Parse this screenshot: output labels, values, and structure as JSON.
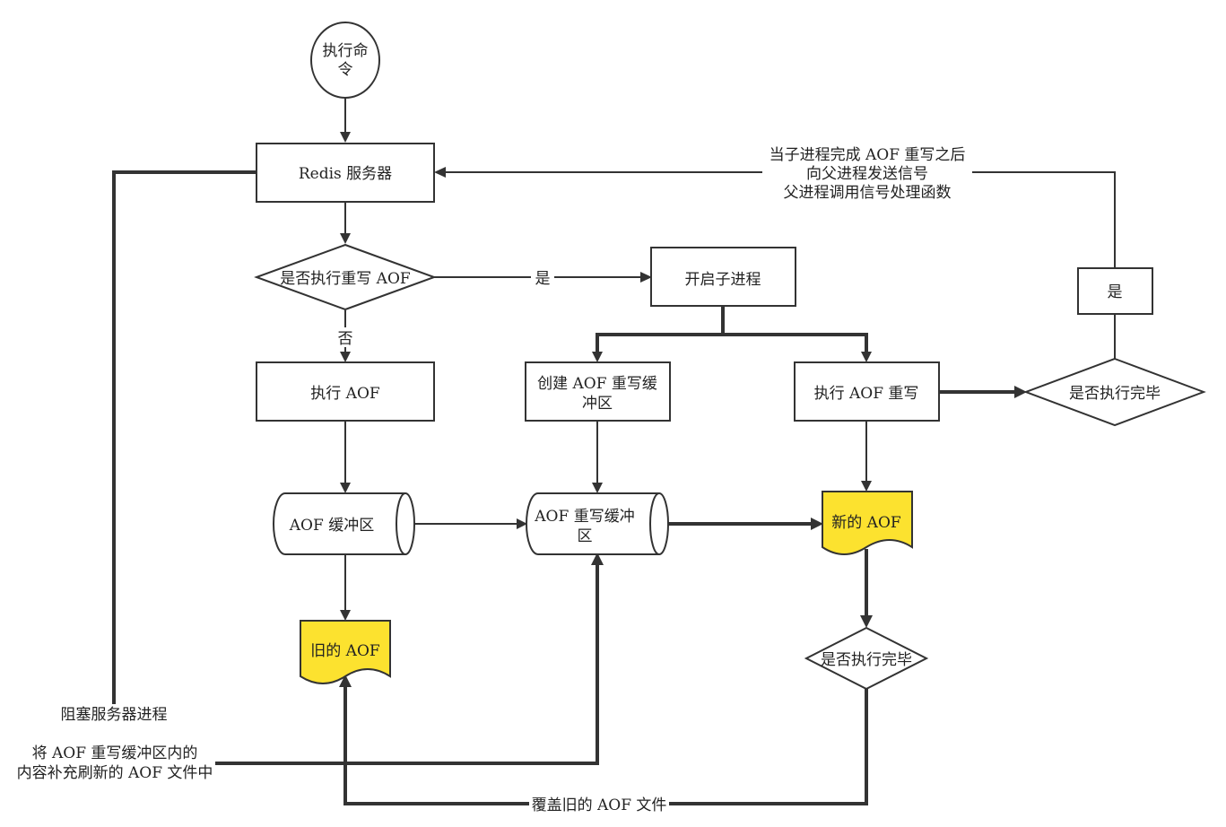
{
  "nodes": {
    "start": [
      "执行命",
      "令"
    ],
    "redis_server": [
      "Redis 服务器"
    ],
    "decision_rewrite": [
      "是否执行重写 AOF"
    ],
    "start_child": [
      "开启子进程"
    ],
    "do_aof": [
      "执行 AOF"
    ],
    "create_rewrite_buffer": [
      "创建 AOF 重写缓",
      "冲区"
    ],
    "do_rewrite": [
      "执行 AOF 重写"
    ],
    "yes_box": [
      "是"
    ],
    "decision_done_right": [
      "是否执行完毕"
    ],
    "aof_buffer": [
      "AOF 缓冲区"
    ],
    "rewrite_buffer": [
      "AOF 重写缓冲",
      "区"
    ],
    "new_aof": [
      "新的 AOF"
    ],
    "old_aof": [
      "旧的 AOF"
    ],
    "decision_done_mid": [
      "是否执行完毕"
    ]
  },
  "edge_labels": {
    "yes": [
      "是"
    ],
    "no": [
      "否"
    ],
    "signal": [
      "当子进程完成 AOF 重写之后",
      "向父进程发送信号",
      "父进程调用信号处理函数"
    ],
    "block": [
      "阻塞服务器进程"
    ],
    "append": [
      "将 AOF 重写缓冲区内的",
      "内容补充刷新的 AOF 文件中"
    ],
    "overwrite": [
      "覆盖旧的 AOF 文件"
    ]
  },
  "colors": {
    "document_fill": "#fce22f",
    "stroke": "#333333",
    "background": "#ffffff"
  }
}
